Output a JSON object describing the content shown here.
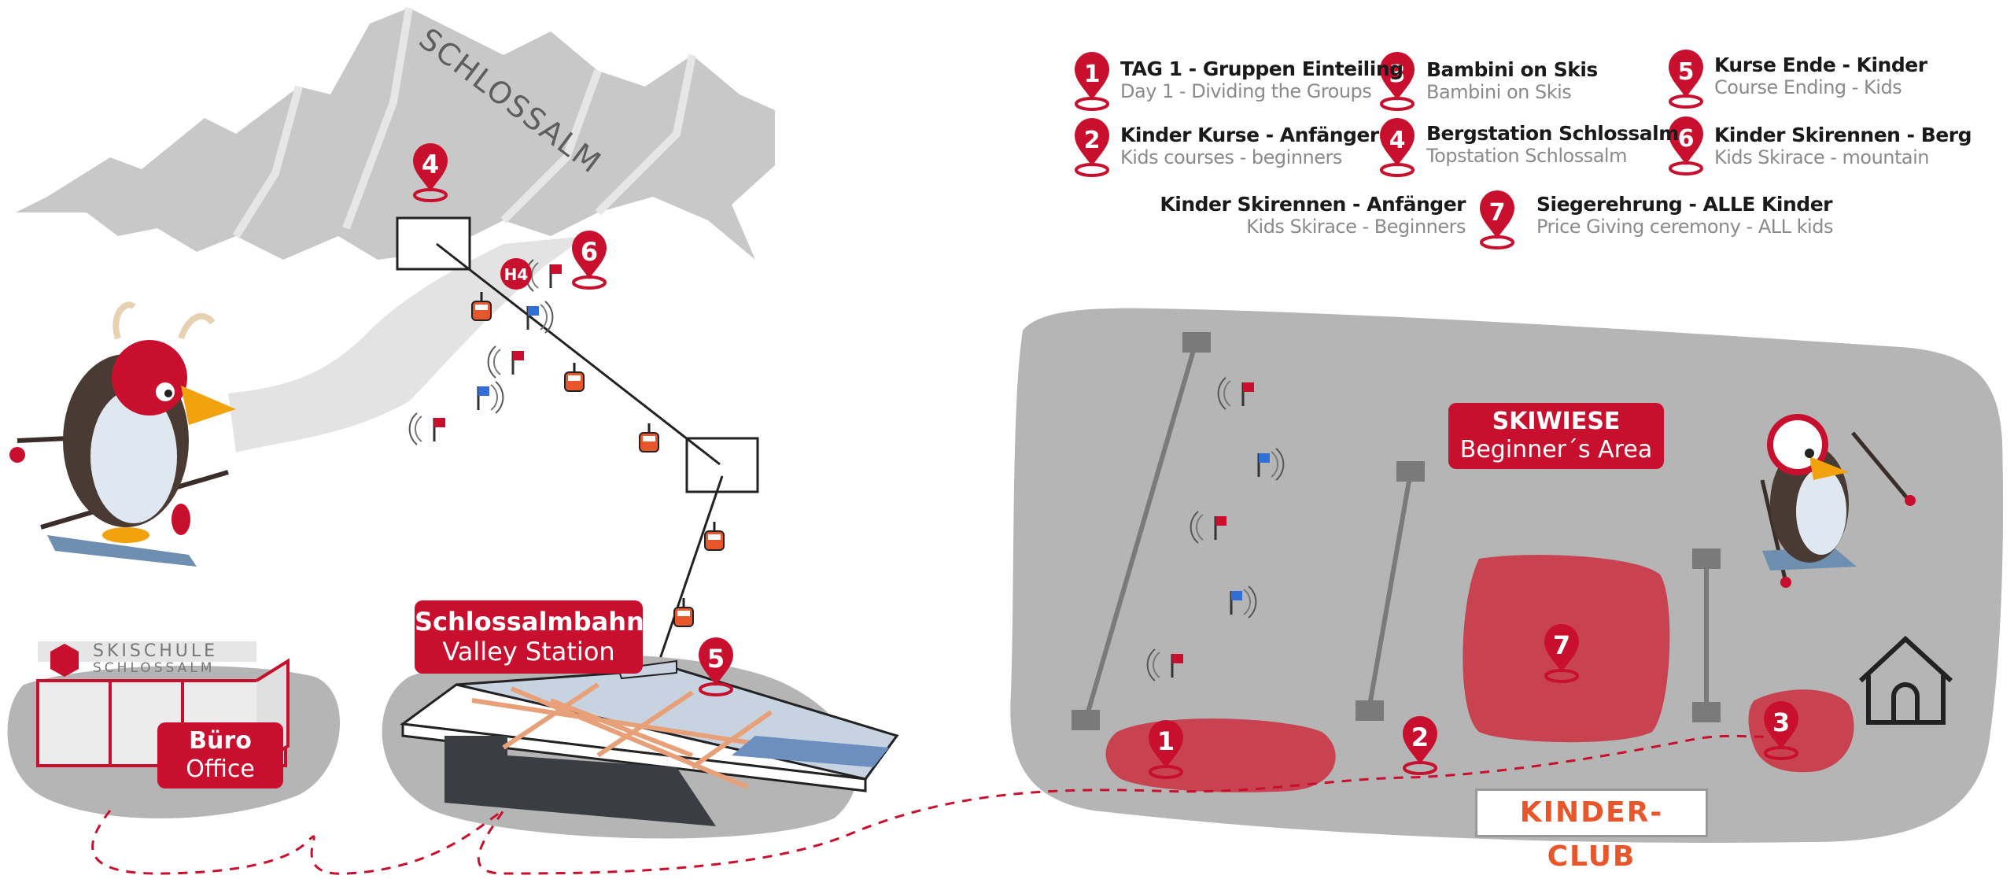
{
  "colors": {
    "brand_red": "#c8102e",
    "zone_red": "#c9424f",
    "area_gray": "#b5b5b5",
    "mountain_gray": "#c8c8c8",
    "sub_text": "#8a8a8a",
    "gondola_orange": "#e8562b"
  },
  "mountain": {
    "label": "SCHLOSSALM"
  },
  "legend": [
    {
      "num": "1",
      "title": "TAG 1 - Gruppen Einteiling",
      "subtitle": "Day 1 - Dividing the Groups"
    },
    {
      "num": "2",
      "title": "Kinder Kurse - Anfänger",
      "subtitle": "Kids courses - beginners"
    },
    {
      "num": "3",
      "title": "Bambini on Skis",
      "subtitle": "Bambini on Skis"
    },
    {
      "num": "4",
      "title": "Bergstation Schlossalm",
      "subtitle": "Topstation Schlossalm"
    },
    {
      "num": "5",
      "title": "Kurse Ende - Kinder",
      "subtitle": "Course Ending - Kids"
    },
    {
      "num": "6",
      "title": "Kinder Skirennen - Berg",
      "subtitle": "Kids Skirace - mountain"
    },
    {
      "num": "",
      "title": "Kinder Skirennen - Anfänger",
      "subtitle": "Kids Skirace - Beginners"
    },
    {
      "num": "7",
      "title": "Siegerehrung - ALLE Kinder",
      "subtitle": "Price Giving ceremony - ALL kids"
    }
  ],
  "labels": {
    "valley_station_title": "Schlossalmbahn",
    "valley_station_sub": "Valley Station",
    "office_title": "Büro",
    "office_sub": "Office",
    "skiwiese_title": "SKIWIESE",
    "skiwiese_sub": "Beginner´s Area",
    "skischule_line1": "SKISCHULE",
    "skischule_line2": "SCHLOSSALM",
    "h4": "H4",
    "kinderclub": "KINDER-CLUB"
  },
  "map_pins": [
    "1",
    "2",
    "3",
    "4",
    "5",
    "6",
    "7"
  ],
  "icons": {
    "pin": "map-pin-icon",
    "gondola": "gondola-cabin-icon",
    "flag": "slalom-flag-icon",
    "house": "house-icon",
    "mascot": "penguin-mascot-icon"
  }
}
